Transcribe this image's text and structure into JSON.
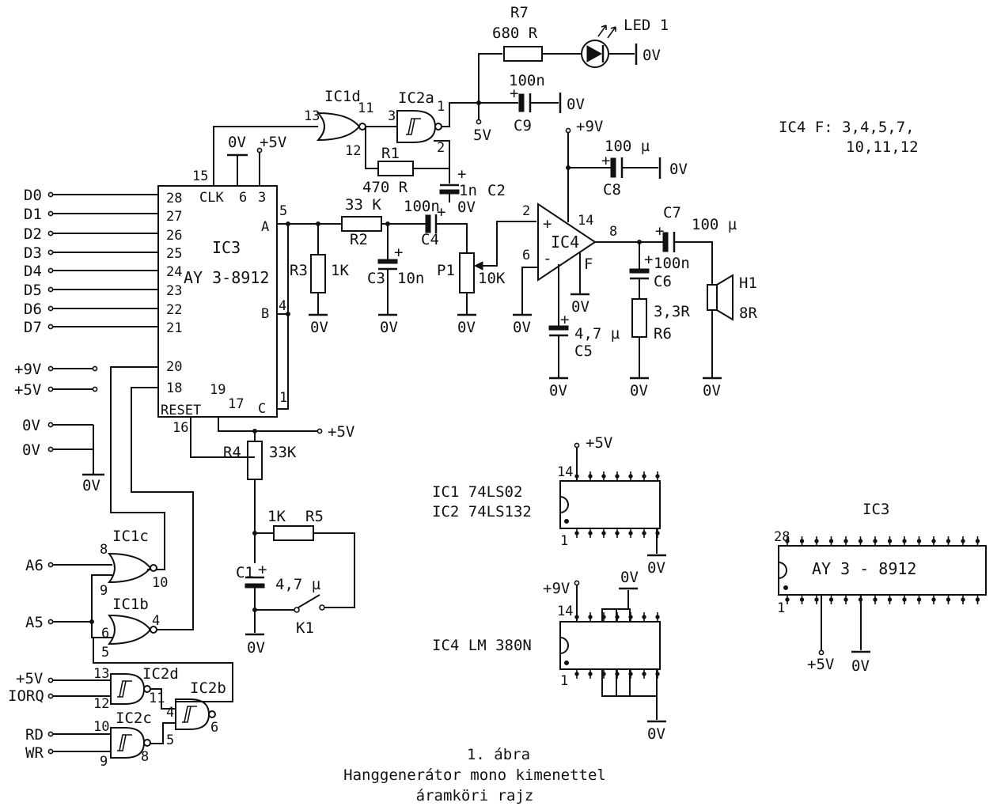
{
  "caption": {
    "line1": "1. ábra",
    "line2": "Hanggenerátor mono kimenettel",
    "line3": "áramköri rajz"
  },
  "ic3": {
    "name": "IC3",
    "type": "AY 3-8912",
    "pins": {
      "d0": "28",
      "d1": "27",
      "d2": "26",
      "d3": "25",
      "d4": "24",
      "d5": "23",
      "d6": "22",
      "d7": "21",
      "p20": "20",
      "p18": "18",
      "p19": "19",
      "p17": "17",
      "p16": "16",
      "p15": "15",
      "p6": "6",
      "p3": "3",
      "p5": "5",
      "p4": "4",
      "p1": "1"
    },
    "clk_label": "CLK",
    "a_label": "A",
    "b_label": "B",
    "c_label": "C",
    "reset_label": "RESET"
  },
  "bus": [
    "D0",
    "D1",
    "D2",
    "D3",
    "D4",
    "D5",
    "D6",
    "D7"
  ],
  "supply_left": {
    "v9": "+9V",
    "v5": "+5V",
    "ov1": "0V",
    "ov2": "0V",
    "ground": "0V"
  },
  "top_power": {
    "ov": "0V",
    "v5": "+5V"
  },
  "ic1d": {
    "name": "IC1d",
    "pin13": "13",
    "pin11": "11",
    "pin12": "12"
  },
  "ic2a": {
    "name": "IC2a",
    "pin3": "3",
    "pin1": "1",
    "pin2": "2"
  },
  "r1": {
    "name": "R1",
    "value": "470 R"
  },
  "c2": {
    "name": "C2",
    "value": "1n",
    "plus": "+",
    "gnd": "0V"
  },
  "r7": {
    "name": "R7",
    "value": "680 R"
  },
  "led": {
    "name": "LED 1",
    "gnd": "0V"
  },
  "c9": {
    "name": "C9",
    "value": "100n",
    "plus": "+",
    "gnd": "0V"
  },
  "v5_node": "5V",
  "v9_node": "+9V",
  "c8": {
    "name": "C8",
    "value": "100 µ",
    "plus": "+",
    "gnd": "0V"
  },
  "ic4_note": {
    "line1": "IC4 F: 3,4,5,7,",
    "line2": "10,11,12"
  },
  "r2": {
    "name": "R2",
    "value": "33 K"
  },
  "r3": {
    "name": "R3",
    "value": "1K",
    "gnd": "0V"
  },
  "c3": {
    "name": "C3",
    "value": "10n",
    "plus": "+",
    "gnd": "0V"
  },
  "c4": {
    "name": "C4",
    "value": "100n",
    "plus": "+"
  },
  "p1": {
    "name": "P1",
    "value": "10K",
    "gnd": "0V"
  },
  "ic4": {
    "name": "IC4",
    "pin2": "2",
    "pin6": "6",
    "pin14": "14",
    "pin8": "8",
    "plus": "+",
    "minus": "-",
    "f": "F",
    "gnd": "0V",
    "gnd6": "0V"
  },
  "c5": {
    "name": "C5",
    "value": "4,7 µ",
    "plus": "+",
    "gnd": "0V"
  },
  "c6": {
    "name": "C6",
    "value": "100n",
    "plus": "+"
  },
  "r6": {
    "name": "R6",
    "value": "3,3R",
    "gnd": "0V"
  },
  "c7": {
    "name": "C7",
    "value": "100 µ",
    "plus": "+"
  },
  "h1": {
    "name": "H1",
    "value": "8R",
    "gnd": "0V"
  },
  "r4": {
    "name": "R4",
    "value": "33K"
  },
  "r5": {
    "name": "R5",
    "value": "1K"
  },
  "c1": {
    "name": "C1",
    "value": "4,7 µ",
    "plus": "+",
    "gnd": "0V"
  },
  "k1": {
    "name": "K1"
  },
  "v5_reset": "+5V",
  "ic1c": {
    "name": "IC1c",
    "pin8": "8",
    "pin9": "9",
    "pin10": "10"
  },
  "ic1b": {
    "name": "IC1b",
    "pin6": "6",
    "pin5": "5",
    "pin4": "4"
  },
  "ic2d": {
    "name": "IC2d",
    "pin13": "13",
    "pin12": "12",
    "pin11": "11"
  },
  "ic2b": {
    "name": "IC2b",
    "pin4": "4",
    "pin5": "5",
    "pin6": "6"
  },
  "ic2c": {
    "name": "IC2c",
    "pin10": "10",
    "pin9": "9",
    "pin8": "8"
  },
  "inputs": {
    "a6": "A6",
    "a5": "A5",
    "v5": "+5V",
    "iorq": "IORQ",
    "rd": "RD",
    "wr": "WR"
  },
  "pinout1": {
    "label1": "IC1 74LS02",
    "label2": "IC2 74LS132",
    "pin14": "14",
    "pin1": "1",
    "vcc": "+5V",
    "gnd": "0V"
  },
  "pinout2": {
    "label": "IC4 LM 380N",
    "pin14": "14",
    "pin1": "1",
    "vcc": "+9V",
    "gnd_top": "0V",
    "gnd": "0V"
  },
  "pinout3": {
    "name": "IC3",
    "label": "AY  3 - 8912",
    "pin28": "28",
    "pin1": "1",
    "vcc": "+5V",
    "gnd": "0V"
  }
}
